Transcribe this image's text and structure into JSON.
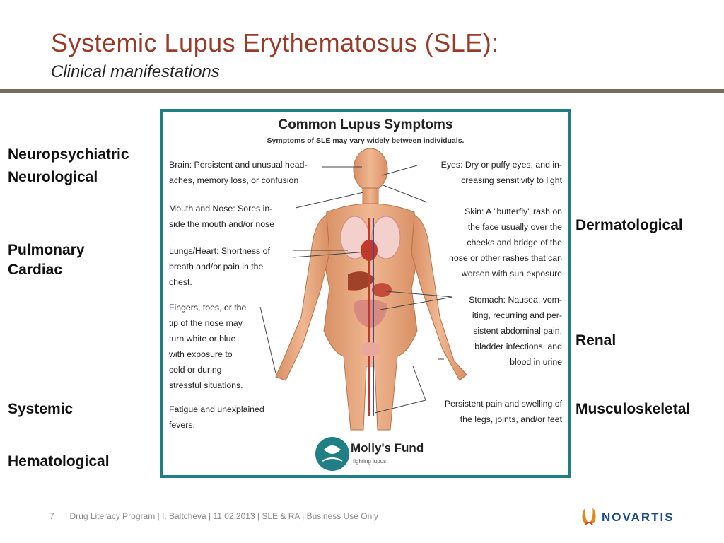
{
  "slide": {
    "title": "Systemic Lupus Erythematosus (SLE):",
    "subtitle": "Clinical manifestations"
  },
  "left_categories": [
    "Neuropsychiatric",
    "Neurological",
    "Pulmonary",
    "Cardiac",
    "Systemic",
    "Hematological"
  ],
  "right_categories": [
    "Dermatological",
    "Renal",
    "Musculoskeletal"
  ],
  "infographic": {
    "title": "Common Lupus Symptoms",
    "subtitle": "Symptoms of SLE may vary widely between individuals.",
    "labels": {
      "brain": [
        "Brain: Persistent and unusual head-",
        "aches, memory loss, or confusion"
      ],
      "mouth": [
        "Mouth and Nose:  Sores in-",
        "side the mouth and/or nose"
      ],
      "lungs": [
        "Lungs/Heart:  Shortness of",
        "breath and/or pain in the",
        "chest."
      ],
      "fingers": [
        "Fingers, toes, or the",
        "tip of the nose may",
        "turn white or blue",
        "with exposure to",
        "cold or during",
        "stressful situations."
      ],
      "fatigue": [
        "Fatigue and unexplained",
        "fevers."
      ],
      "eyes": [
        "Eyes: Dry or puffy eyes, and in-",
        "creasing sensitivity to light"
      ],
      "skin": [
        "Skin: A \"butterfly\" rash on",
        "the face usually over the",
        "cheeks and bridge of the",
        "nose or other rashes that can",
        "worsen with sun exposure"
      ],
      "stomach": [
        "Stomach:  Nausea, vom-",
        "iting, recurring and per-",
        "sistent abdominal pain,",
        "bladder infections, and",
        "blood in urine"
      ],
      "legs": [
        "Persistent pain and swelling of",
        "the legs, joints, and/or feet"
      ]
    },
    "logo": {
      "name": "Molly's Fund",
      "tagline": "fighting lupus"
    }
  },
  "footer": {
    "page_number": "7",
    "text": "| Drug Literacy Program | I. Baltcheva | 11.02.2013 | SLE & RA | Business Use Only"
  },
  "brand": {
    "name": "NOVARTIS",
    "color": "#1a4a8c"
  },
  "colors": {
    "title": "#9a3a28",
    "frame": "#1f7f84",
    "rule": "#7a6a58"
  }
}
